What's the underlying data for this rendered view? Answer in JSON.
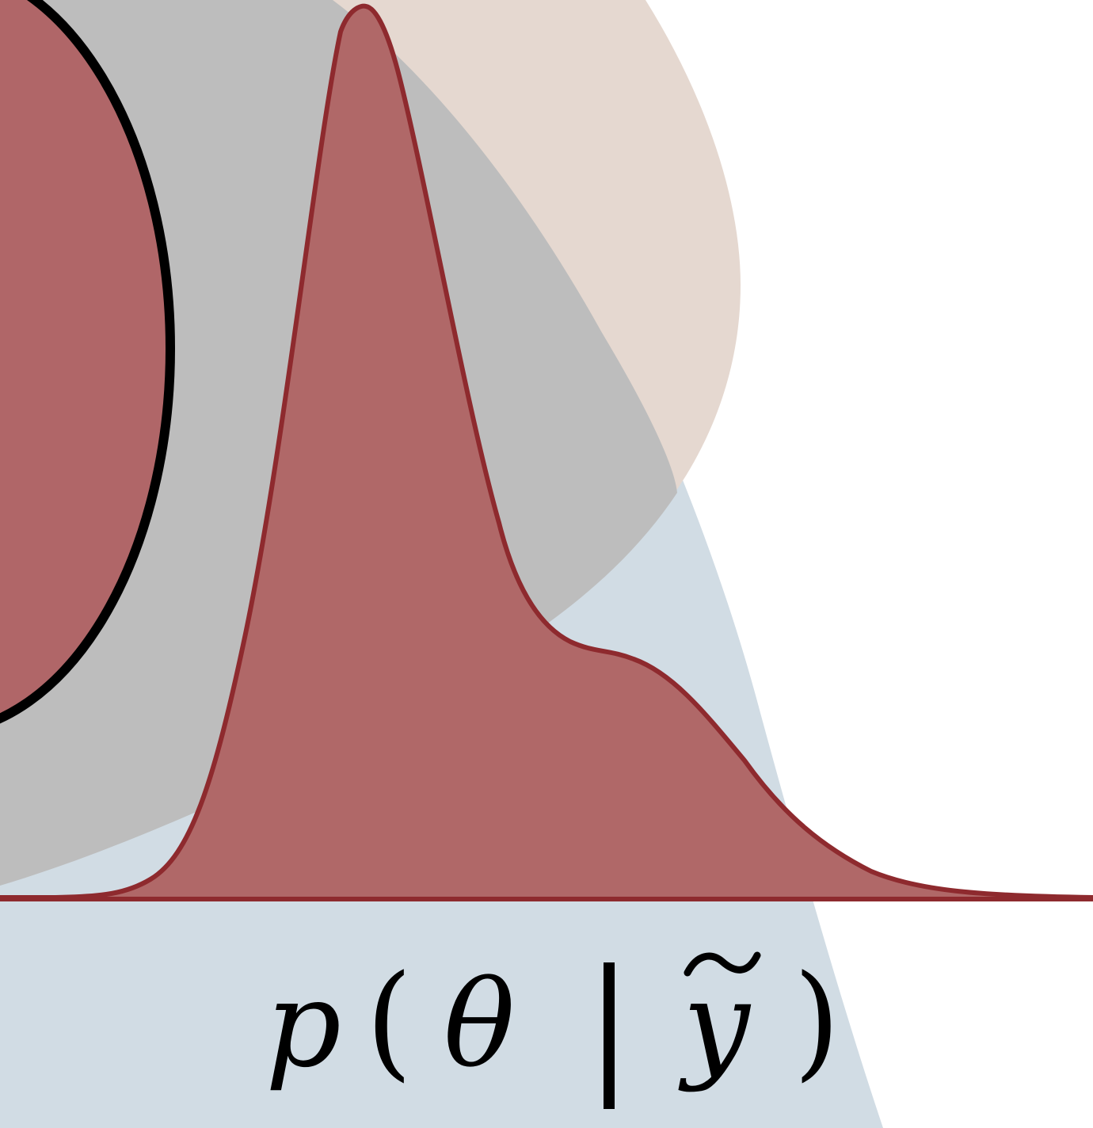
{
  "formula": {
    "p": "p",
    "open_paren": "(",
    "theta": "θ",
    "bar": "|",
    "y": "y",
    "tilde": "~",
    "close_paren": ")"
  },
  "colors": {
    "background": "#ffffff",
    "blue_region": "#d1dce4",
    "tan_region": "#e5d8d0",
    "gray_region": "#bdbdbd",
    "density_fill": "#b06868",
    "density_stroke": "#8e2a2e",
    "circle_fill": "#b06668",
    "circle_stroke": "#000000",
    "text": "#000000"
  }
}
